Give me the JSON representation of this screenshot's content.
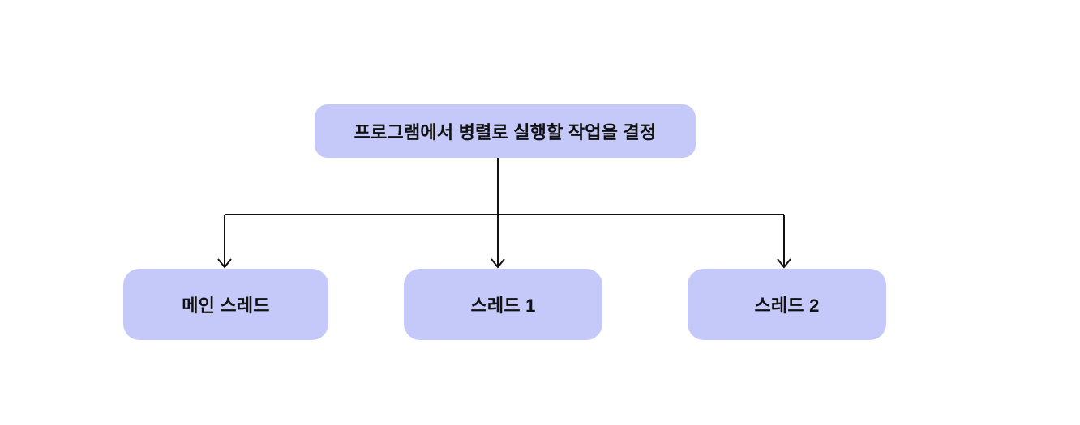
{
  "diagram": {
    "type": "flowchart",
    "direction": "top-down",
    "nodes": {
      "root": {
        "label": "프로그램에서 병렬로 실행할 작업을 결정"
      },
      "main_thread": {
        "label": "메인 스레드"
      },
      "thread_1": {
        "label": "스레드 1"
      },
      "thread_2": {
        "label": "스레드 2"
      }
    },
    "edges": [
      {
        "from": "root",
        "to": "main_thread",
        "arrow": "to"
      },
      {
        "from": "root",
        "to": "thread_1",
        "arrow": "to"
      },
      {
        "from": "root",
        "to": "thread_2",
        "arrow": "to"
      }
    ],
    "colors": {
      "node_fill": "#c5c9fa",
      "node_text": "#111111",
      "connector": "#111111",
      "background": "#ffffff"
    }
  }
}
